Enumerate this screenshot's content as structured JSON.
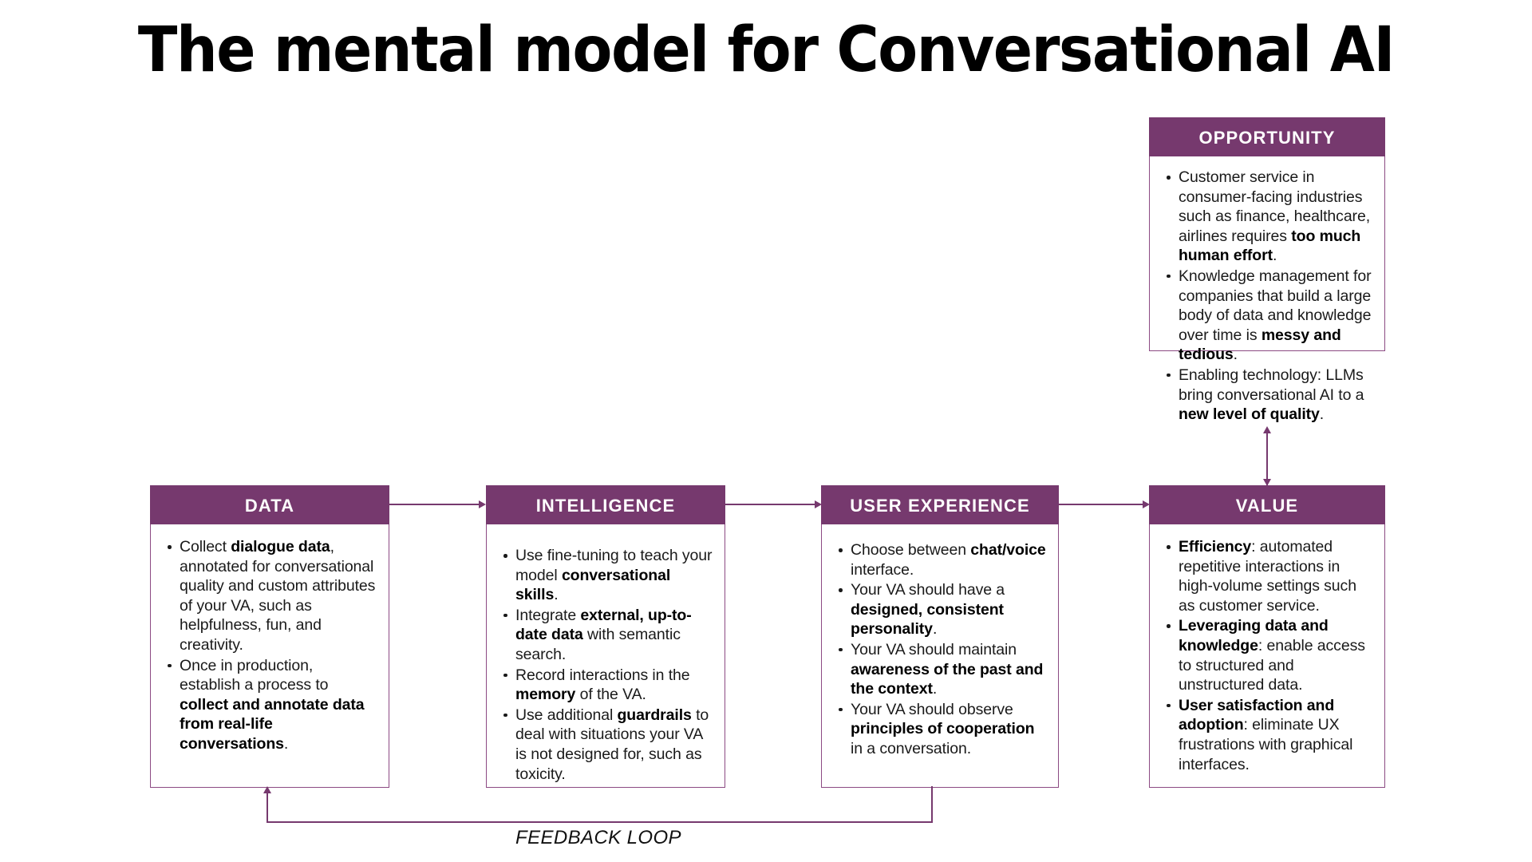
{
  "page": {
    "title": "The mental model for Conversational AI",
    "accent_color": "#76396E",
    "border_color": "#8C4A83",
    "background_color": "#FFFFFF",
    "text_color": "#1A1A1A"
  },
  "cards": {
    "opportunity": {
      "title": "OPPORTUNITY",
      "bullets": [
        [
          {
            "t": "Customer service in consumer-facing industries such as finance, healthcare, airlines requires ",
            "b": false
          },
          {
            "t": "too much human effort",
            "b": true
          },
          {
            "t": ".",
            "b": false
          }
        ],
        [
          {
            "t": "Knowledge management for companies that build a large body of data and knowledge over time is ",
            "b": false
          },
          {
            "t": "messy and tedious",
            "b": true
          },
          {
            "t": ".",
            "b": false
          }
        ],
        [
          {
            "t": "Enabling technology: LLMs bring conversational AI to a ",
            "b": false
          },
          {
            "t": "new level of quality",
            "b": true
          },
          {
            "t": ".",
            "b": false
          }
        ]
      ]
    },
    "data": {
      "title": "DATA",
      "bullets": [
        [
          {
            "t": "Collect ",
            "b": false
          },
          {
            "t": "dialogue data",
            "b": true
          },
          {
            "t": ", annotated for conversational quality and custom attributes of your VA, such as helpfulness, fun, and creativity.",
            "b": false
          }
        ],
        [
          {
            "t": "Once in production, establish a process to ",
            "b": false
          },
          {
            "t": "collect and annotate data from real-life conversations",
            "b": true
          },
          {
            "t": ".",
            "b": false
          }
        ]
      ]
    },
    "intelligence": {
      "title": "INTELLIGENCE",
      "bullets": [
        [
          {
            "t": "Use fine-tuning to teach your model ",
            "b": false
          },
          {
            "t": "conversational skills",
            "b": true
          },
          {
            "t": ".",
            "b": false
          }
        ],
        [
          {
            "t": "Integrate ",
            "b": false
          },
          {
            "t": "external, up-to-date data",
            "b": true
          },
          {
            "t": " with semantic search.",
            "b": false
          }
        ],
        [
          {
            "t": "Record interactions in the ",
            "b": false
          },
          {
            "t": "memory",
            "b": true
          },
          {
            "t": " of the VA.",
            "b": false
          }
        ],
        [
          {
            "t": "Use additional ",
            "b": false
          },
          {
            "t": "guardrails",
            "b": true
          },
          {
            "t": " to deal with situations your VA is not designed for, such as toxicity.",
            "b": false
          }
        ]
      ]
    },
    "user_experience": {
      "title": "USER EXPERIENCE",
      "bullets": [
        [
          {
            "t": "Choose between ",
            "b": false
          },
          {
            "t": "chat/voice",
            "b": true
          },
          {
            "t": " interface.",
            "b": false
          }
        ],
        [
          {
            "t": "Your VA should have a ",
            "b": false
          },
          {
            "t": "designed, consistent personality",
            "b": true
          },
          {
            "t": ".",
            "b": false
          }
        ],
        [
          {
            "t": "Your VA should maintain ",
            "b": false
          },
          {
            "t": "awareness of the past and the context",
            "b": true
          },
          {
            "t": ".",
            "b": false
          }
        ],
        [
          {
            "t": "Your VA should observe ",
            "b": false
          },
          {
            "t": "principles of cooperation",
            "b": true
          },
          {
            "t": " in a conversation.",
            "b": false
          }
        ]
      ]
    },
    "value": {
      "title": "VALUE",
      "bullets": [
        [
          {
            "t": "Efficiency",
            "b": true
          },
          {
            "t": ": automated repetitive interactions in high-volume settings such as customer service.",
            "b": false
          }
        ],
        [
          {
            "t": "Leveraging data and knowledge",
            "b": true
          },
          {
            "t": ": enable access to structured and unstructured data.",
            "b": false
          }
        ],
        [
          {
            "t": "User satisfaction and adoption",
            "b": true
          },
          {
            "t": ": eliminate UX frustrations with graphical interfaces.",
            "b": false
          }
        ]
      ]
    }
  },
  "connectors": {
    "feedback_loop_label": "FEEDBACK LOOP"
  }
}
